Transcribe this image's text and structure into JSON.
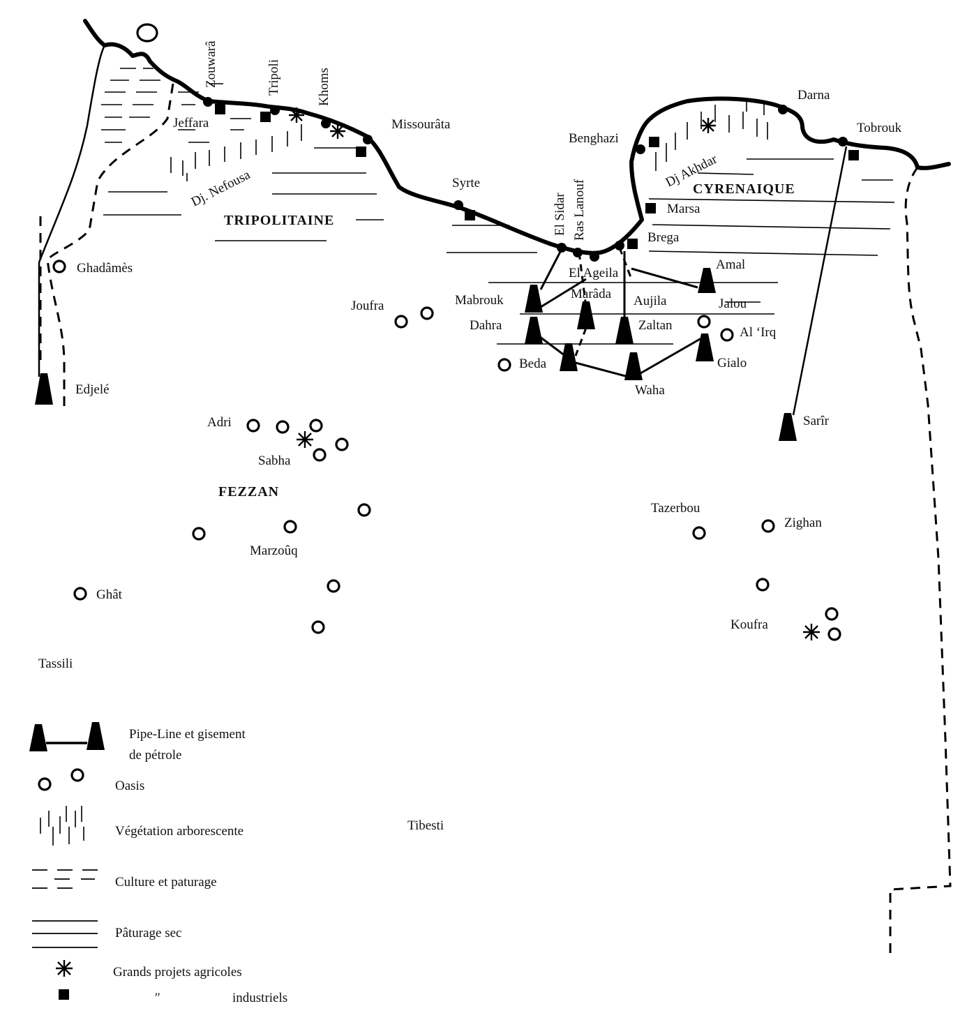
{
  "regions": {
    "tripolitaine": "TRIPOLITAINE",
    "cyrenaique": "CYRENAIQUE",
    "fezzan": "FEZZAN"
  },
  "features": {
    "jeffara": "Jeffara",
    "nefousa": "Dj. Nefousa",
    "akhdar": "Dj Akhdar",
    "tassili": "Tassili",
    "tibesti": "Tibesti"
  },
  "places": {
    "zouwara": "Zouwarâ",
    "tripoli": "Tripoli",
    "khoms": "Khoms",
    "missourata": "Missourâta",
    "syrte": "Syrte",
    "el_sidar": "El Sidar",
    "ras_lanouf": "Ras Lanouf",
    "benghazi": "Benghazi",
    "darna": "Darna",
    "tobrouk": "Tobrouk",
    "marsa": "Marsa",
    "brega": "Brega",
    "el_ageila": "El Ageila",
    "amal": "Amal",
    "mabrouk": "Mabrouk",
    "marada": "Marâda",
    "aujila": "Aujila",
    "jalou": "Jalou",
    "dahra": "Dahra",
    "zaltan": "Zaltan",
    "al_irq": "Al ‘Irq",
    "beda": "Beda",
    "gialo": "Gialo",
    "waha": "Waha",
    "ghadames": "Ghadâmès",
    "joufra": "Joufra",
    "edjele": "Edjelé",
    "sarir": "Sarîr",
    "adri": "Adri",
    "sabha": "Sabha",
    "marzouq": "Marzoûq",
    "ghat": "Ghât",
    "tazerbou": "Tazerbou",
    "zighan": "Zighan",
    "koufra": "Koufra"
  },
  "legend": {
    "pipeline_1": "Pipe-Line et gisement",
    "pipeline_2": "de pétrole",
    "oasis": "Oasis",
    "vegetation": "Végétation arborescente",
    "culture": "Culture et paturage",
    "paturage_sec": "Pâturage sec",
    "agricole": "Grands projets agricoles",
    "ditto": "″",
    "industriels": "industriels"
  },
  "colors": {
    "ink": "#000000",
    "paper": "#ffffff"
  }
}
